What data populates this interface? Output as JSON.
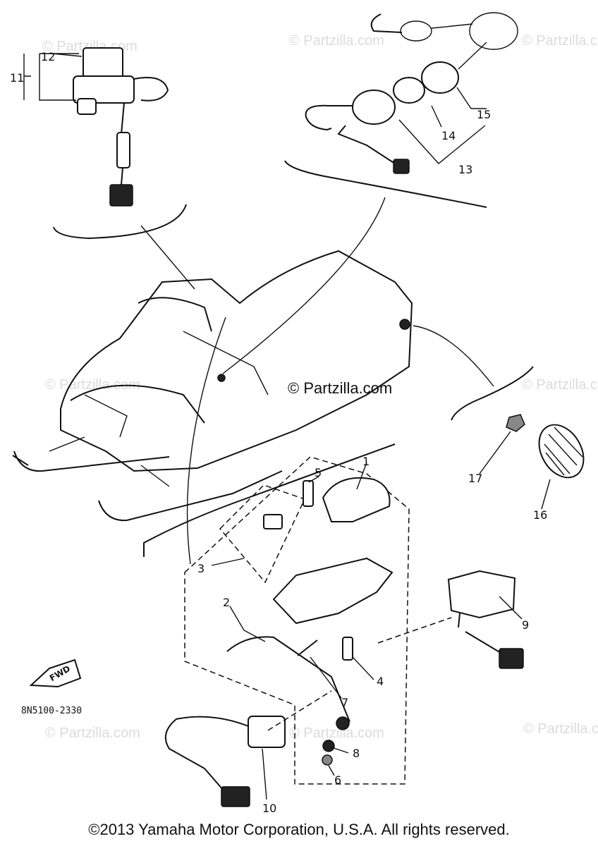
{
  "watermarks": {
    "text": "© Partzilla.com",
    "center": "© Partzilla.com"
  },
  "part_labels": {
    "p1": "1",
    "p2": "2",
    "p3": "3",
    "p4": "4",
    "p5": "5",
    "p6": "6",
    "p7": "7",
    "p8": "8",
    "p9": "9",
    "p10": "10",
    "p11": "11",
    "p12": "12",
    "p13": "13",
    "p14": "14",
    "p15": "15",
    "p16": "16",
    "p17": "17"
  },
  "diagram_code": "8N5100-2330",
  "fwd_label": "FWD",
  "copyright": "©2013 Yamaha Motor Corporation, U.S.A. All rights reserved."
}
